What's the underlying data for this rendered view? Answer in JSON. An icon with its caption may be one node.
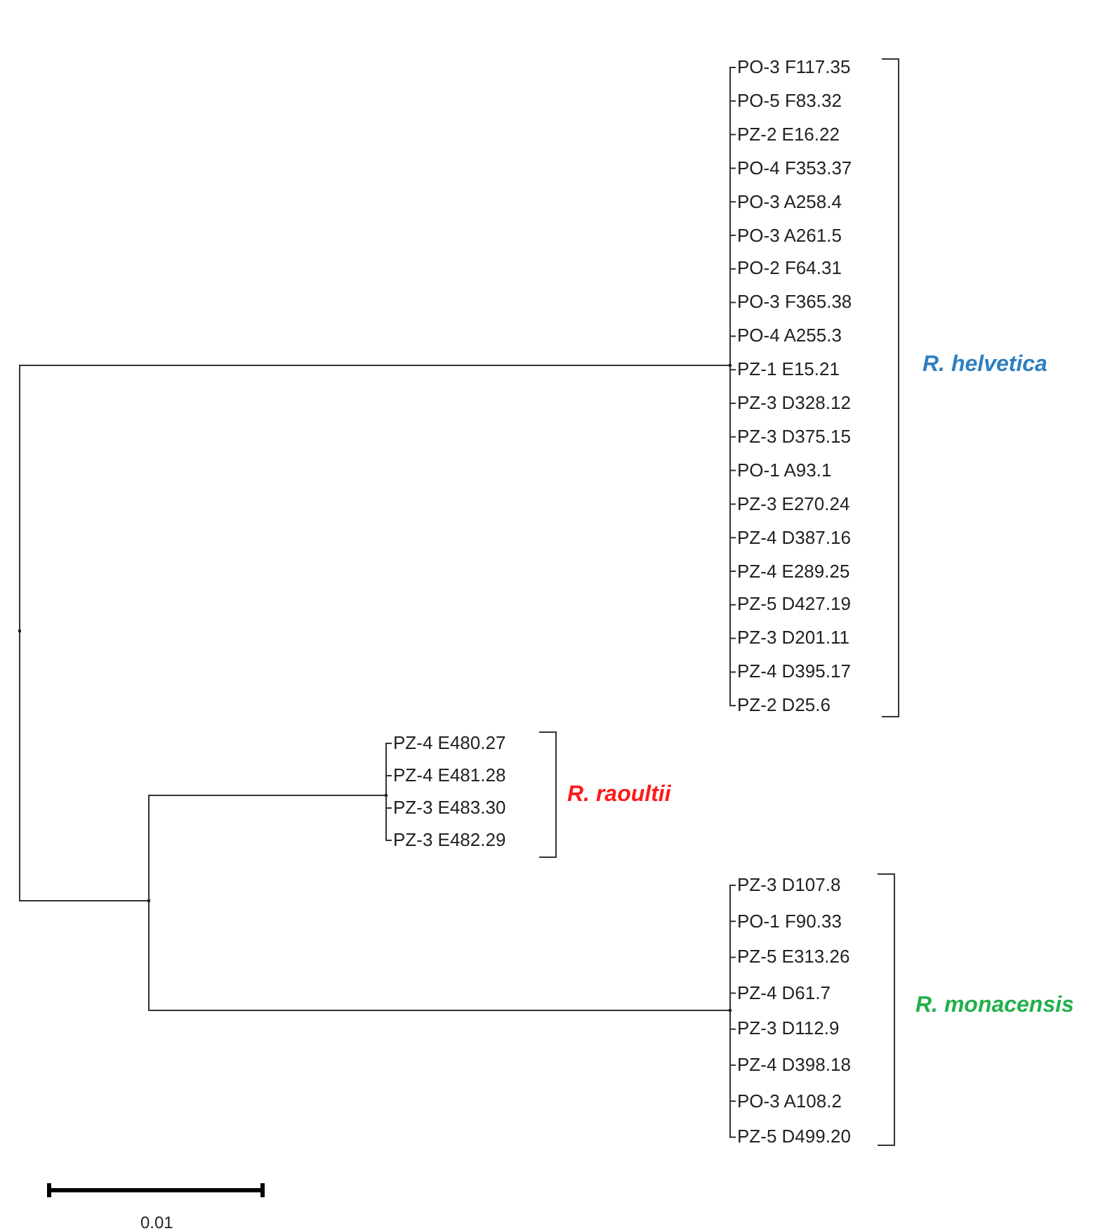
{
  "diagram": {
    "nodes": [
      {
        "text": [],
        "shape": "point"
      },
      {
        "text": [],
        "shape": "point"
      },
      {
        "text": [
          "PO-3 F117.35"
        ]
      },
      {
        "text": [
          "PO-5 F83.32"
        ]
      },
      {
        "text": [
          "PZ-2 E16.22"
        ]
      },
      {
        "text": [
          "PO-4 F353.37"
        ]
      },
      {
        "text": [
          "PO-3 A258.4"
        ]
      },
      {
        "text": [
          "PO-3 A261.5"
        ]
      },
      {
        "text": [
          "PO-2 F64.31"
        ]
      },
      {
        "text": [
          "PO-3 F365.38"
        ]
      },
      {
        "text": [
          "PO-4 A255.3"
        ]
      },
      {
        "text": [
          "PZ-1 E15.21"
        ]
      },
      {
        "text": [
          "PZ-3 D328.12"
        ]
      },
      {
        "text": [
          "PZ-3 D375.15"
        ]
      },
      {
        "text": [
          "PO-1 A93.1"
        ]
      },
      {
        "text": [
          "PZ-3 E270.24"
        ]
      },
      {
        "text": [
          "PZ-4 D387.16"
        ]
      },
      {
        "text": [
          "PZ-4 E289.25"
        ]
      },
      {
        "text": [
          "PZ-5 D427.19"
        ]
      },
      {
        "text": [
          "PZ-3 D201.11"
        ]
      },
      {
        "text": [
          "PZ-4 D395.17"
        ]
      },
      {
        "text": [
          "PZ-2 D25.6"
        ]
      },
      {
        "text": [],
        "shape": "point"
      },
      {
        "text": [],
        "shape": "point"
      },
      {
        "text": [
          "PZ-4 E480.27"
        ]
      },
      {
        "text": [
          "PZ-4 E481.28"
        ]
      },
      {
        "text": [
          "PZ-3 E483.30"
        ]
      },
      {
        "text": [
          "PZ-3 E482.29"
        ]
      },
      {
        "text": [],
        "shape": "point"
      },
      {
        "text": [
          "PZ-3 D107.8"
        ]
      },
      {
        "text": [
          "PO-1 F90.33"
        ]
      },
      {
        "text": [
          "PZ-5 E313.26"
        ]
      },
      {
        "text": [
          "PZ-4 D61.7"
        ]
      },
      {
        "text": [
          "PZ-3 D112.9"
        ]
      },
      {
        "text": [
          "PZ-4 D398.18"
        ]
      },
      {
        "text": [
          "PO-3 A108.2"
        ]
      },
      {
        "text": [
          "PZ-5 D499.20"
        ]
      }
    ],
    "edges": [
      {
        "from": 0,
        "to": 1,
        "arrow": "none"
      },
      {
        "from": 0,
        "to": 22,
        "arrow": "none"
      },
      {
        "from": 1,
        "to": 2,
        "arrow": "none"
      },
      {
        "from": 1,
        "to": 3,
        "arrow": "none"
      },
      {
        "from": 1,
        "to": 4,
        "arrow": "none"
      },
      {
        "from": 1,
        "to": 5,
        "arrow": "none"
      },
      {
        "from": 1,
        "to": 6,
        "arrow": "none"
      },
      {
        "from": 1,
        "to": 7,
        "arrow": "none"
      },
      {
        "from": 1,
        "to": 8,
        "arrow": "none"
      },
      {
        "from": 1,
        "to": 9,
        "arrow": "none"
      },
      {
        "from": 1,
        "to": 10,
        "arrow": "none"
      },
      {
        "from": 1,
        "to": 11,
        "arrow": "none"
      },
      {
        "from": 1,
        "to": 12,
        "arrow": "none"
      },
      {
        "from": 1,
        "to": 13,
        "arrow": "none"
      },
      {
        "from": 1,
        "to": 14,
        "arrow": "none"
      },
      {
        "from": 1,
        "to": 15,
        "arrow": "none"
      },
      {
        "from": 1,
        "to": 16,
        "arrow": "none"
      },
      {
        "from": 1,
        "to": 17,
        "arrow": "none"
      },
      {
        "from": 1,
        "to": 18,
        "arrow": "none"
      },
      {
        "from": 1,
        "to": 19,
        "arrow": "none"
      },
      {
        "from": 1,
        "to": 20,
        "arrow": "none"
      },
      {
        "from": 1,
        "to": 21,
        "arrow": "none"
      },
      {
        "from": 22,
        "to": 23,
        "arrow": "none"
      },
      {
        "from": 22,
        "to": 28,
        "arrow": "none"
      },
      {
        "from": 23,
        "to": 24,
        "arrow": "none"
      },
      {
        "from": 23,
        "to": 25,
        "arrow": "none"
      },
      {
        "from": 23,
        "to": 26,
        "arrow": "none"
      },
      {
        "from": 23,
        "to": 27,
        "arrow": "none"
      },
      {
        "from": 28,
        "to": 29,
        "arrow": "none"
      },
      {
        "from": 28,
        "to": 30,
        "arrow": "none"
      },
      {
        "from": 28,
        "to": 31,
        "arrow": "none"
      },
      {
        "from": 28,
        "to": 32,
        "arrow": "none"
      },
      {
        "from": 28,
        "to": 33,
        "arrow": "none"
      },
      {
        "from": 28,
        "to": 34,
        "arrow": "none"
      },
      {
        "from": 28,
        "to": 35,
        "arrow": "none"
      },
      {
        "from": 28,
        "to": 36,
        "arrow": "none"
      }
    ],
    "labels": [
      "R. helvetica",
      "R. raoultii",
      "R. monacensis",
      "0.01"
    ]
  }
}
